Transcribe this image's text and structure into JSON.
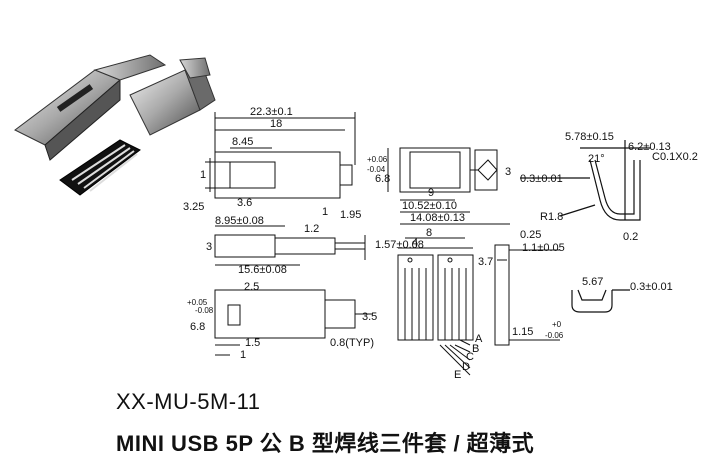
{
  "part_number": "XX-MU-5M-11",
  "description": "MINI USB 5P 公 B 型焊线三件套 / 超薄式",
  "dimensions": {
    "overall_length": "22.3±0.1",
    "body_length": "18",
    "d_8_45": "8.45",
    "d_1_left": "1",
    "d_3_25": "3.25",
    "d_3_6": "3.6",
    "height_tol_top": "+0.06",
    "height_tol_bot": "-0.04",
    "height_main": "6.8",
    "d_3_right": "3",
    "d_9": "9",
    "d_10_52": "10.52±0.10",
    "d_14_08": "14.08±0.13",
    "d_8_95": "8.95±0.08",
    "d_1_2": "1.2",
    "d_1_mid": "1",
    "d_1_95": "1.95",
    "d_1_57": "1.57±0.08",
    "d_3_mid": "3",
    "d_15_6": "15.6±0.08",
    "d_8": "8",
    "d_4": "4",
    "d_3_7": "3.7",
    "d_0_25": "0.25",
    "d_1_1": "1.1±0.05",
    "d_2_5": "2.5",
    "side_tol_top": "+0.05",
    "side_tol_bot": "-0.08",
    "side_main": "6.8",
    "d_3_5": "3.5",
    "d_1_5": "1.5",
    "d_1_bottom": "1",
    "pitch": "0.8(TYP)",
    "d_1_15": "1.15",
    "d_1_15_tol_top": "+0",
    "d_1_15_tol_bot": "-0.06",
    "d_5_78": "5.78±0.15",
    "angle": "21°",
    "d_6_2": "6.2±0.13",
    "chamfer": "C0.1X0.2",
    "d_0_3a": "0.3±0.01",
    "radius": "R1.8",
    "d_0_2": "0.2",
    "d_5_67": "5.67",
    "d_0_3b": "0.3±0.01"
  },
  "pin_labels": [
    "A",
    "B",
    "C",
    "D",
    "E"
  ]
}
